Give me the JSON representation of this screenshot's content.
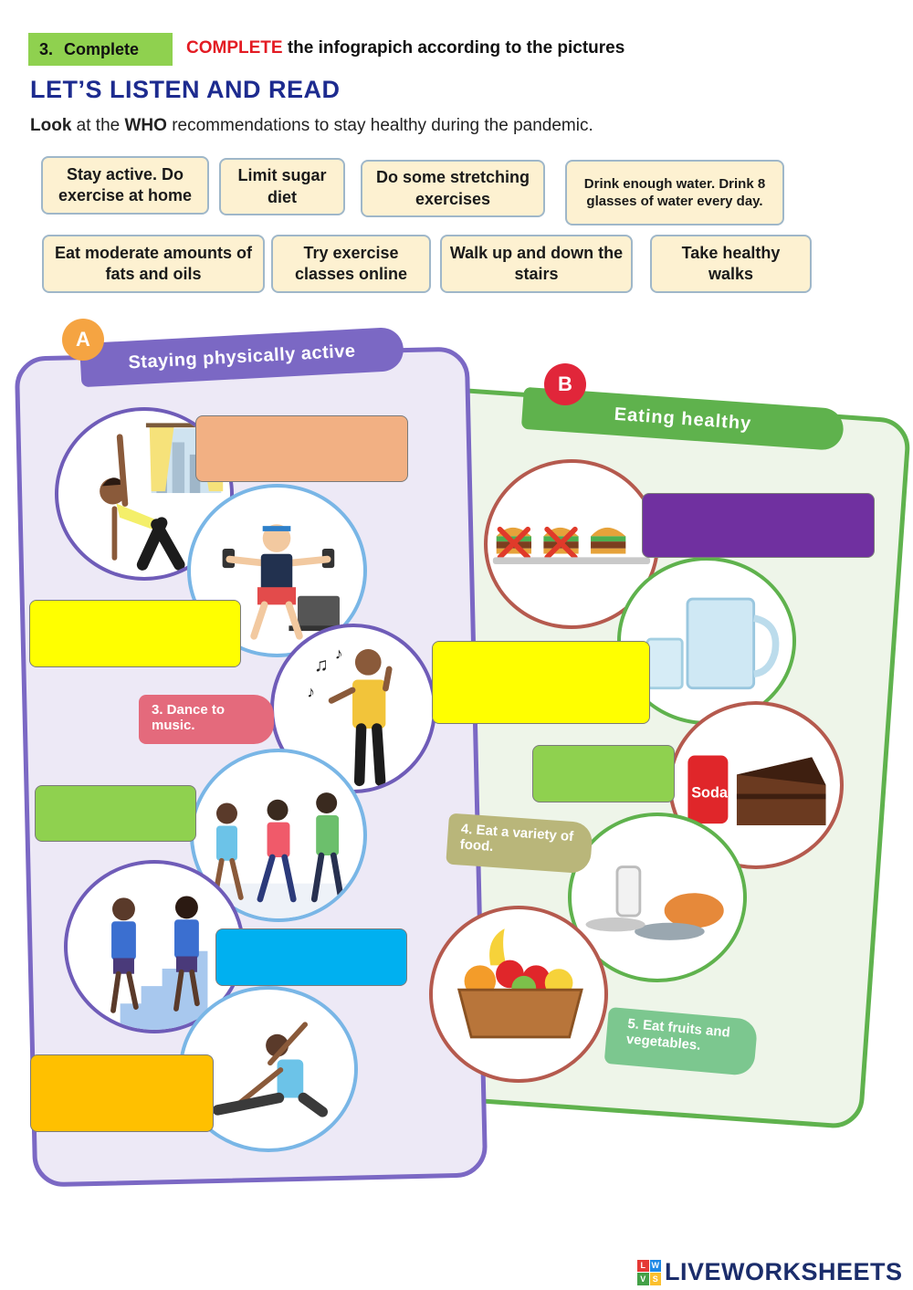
{
  "header": {
    "task_number": "3.",
    "task_label": "Complete",
    "instruction_keyword": "COMPLETE",
    "instruction_rest": " the infograpich according to the pictures",
    "heading": "LET’S LISTEN AND READ",
    "subline": {
      "look": "Look",
      "at_the": " at the ",
      "who": "WHO",
      "rest": " recommendations to stay healthy during the pandemic."
    }
  },
  "word_bank": [
    "Stay active. Do exercise at home",
    "Limit sugar diet",
    "Do some stretching exercises",
    "Drink enough water. Drink 8 glasses of water every day.",
    "Eat moderate amounts of fats and oils",
    "Try exercise classes online",
    "Walk up and down the stairs",
    "Take healthy walks"
  ],
  "section_a": {
    "badge": "A",
    "title": "Staying physically active",
    "printed_label": "3. Dance to music.",
    "answer_box_colors": [
      "#f2b083",
      "#ffff00",
      "#8fd14f",
      "#00b0f0",
      "#ffc000"
    ]
  },
  "section_b": {
    "badge": "B",
    "title": "Eating healthy",
    "printed_label_1": "4. Eat a variety of food.",
    "printed_label_2": "5. Eat fruits and vegetables.",
    "soda_text": "Soda",
    "answer_box_colors": [
      "#7030a0",
      "#ffff00",
      "#8fd14f"
    ]
  },
  "footer": {
    "brand": "LIVEWORKSHEETS",
    "mark_letters": [
      "L",
      "W",
      "V",
      "S"
    ],
    "mark_colors": [
      "#e53935",
      "#1e88e5",
      "#43a047",
      "#fbc02d"
    ]
  }
}
